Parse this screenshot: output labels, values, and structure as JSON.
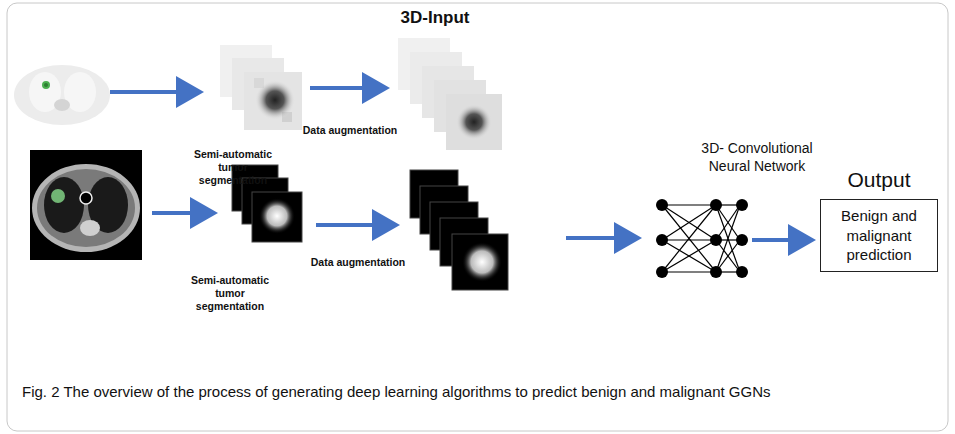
{
  "diagram": {
    "title": "3D-Input",
    "caption": "Fig. 2 The overview of the process of generating deep learning algorithms to predict benign and malignant GGNs",
    "nodes": [
      {
        "text": [
          "Output",
          "Benign and malignant prediction"
        ]
      }
    ],
    "labels": [
      "Semi-automatic tumor segmentation",
      "Data augmentation",
      "Semi-automatic tumor segmentation",
      "Data augmentation",
      "3D- Convolutional Neural Network"
    ]
  }
}
